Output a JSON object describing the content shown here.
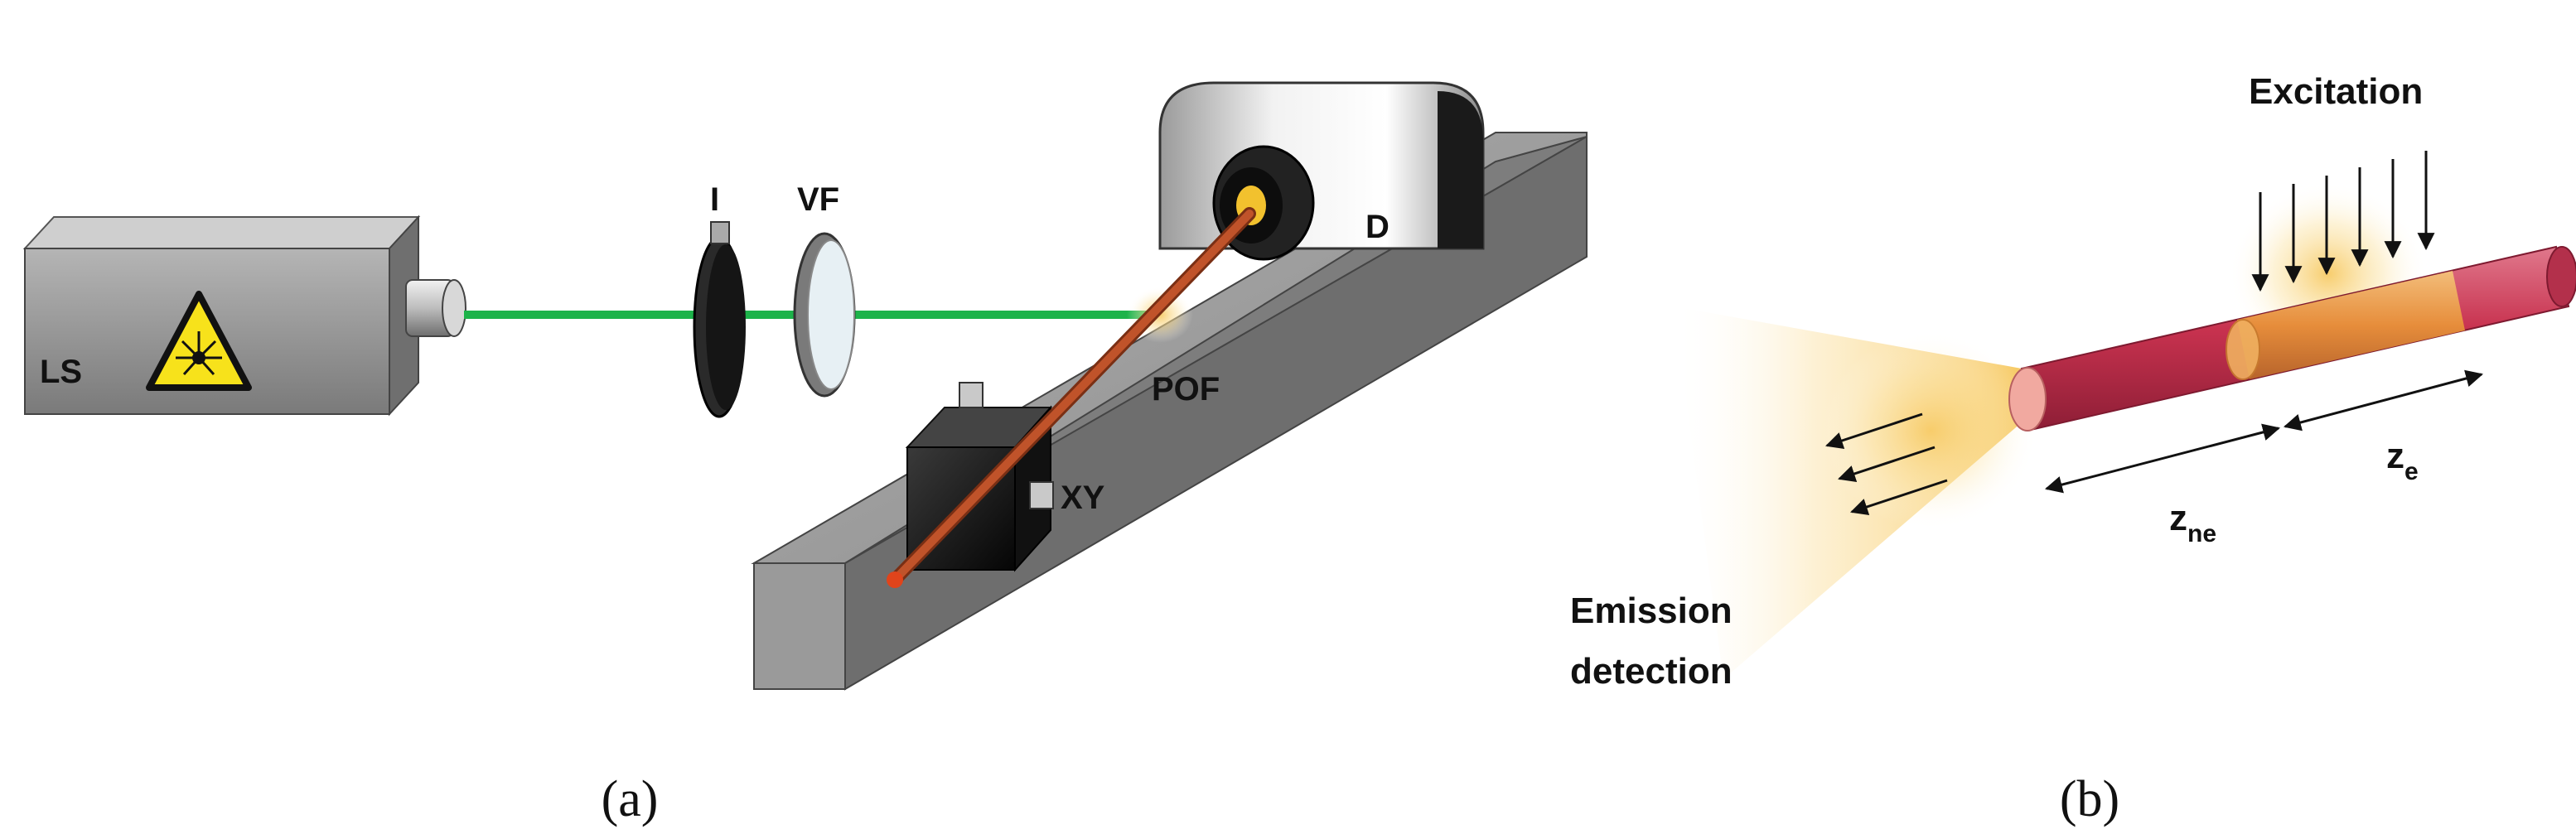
{
  "panel_a": {
    "labels": {
      "laser_source": "LS",
      "iris": "I",
      "variable_filter": "VF",
      "detector": "D",
      "plastic_optical_fiber": "POF",
      "xy_stage": "XY"
    },
    "caption": "(a)"
  },
  "panel_b": {
    "labels": {
      "excitation": "Excitation",
      "emission_line1": "Emission",
      "emission_line2": "detection",
      "z_ne_base": "z",
      "z_ne_sub": "ne",
      "z_e_base": "z",
      "z_e_sub": "e"
    },
    "caption": "(b)"
  },
  "colors": {
    "laser_beam": "#1db34a",
    "fiber_a": "#c0532a",
    "fiber_b": "#c8324f",
    "excited_region": "#e8923a",
    "glow": "#f6c453",
    "box_gray": "#9a9a9a",
    "warning_yellow": "#f7e21b"
  }
}
